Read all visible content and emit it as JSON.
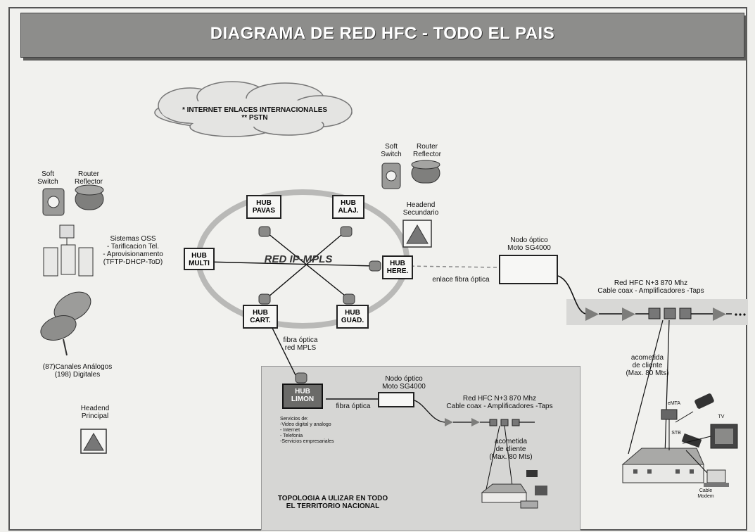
{
  "title": "DIAGRAMA DE RED HFC - TODO EL PAIS",
  "cloud": {
    "line1": "* INTERNET ENLACES INTERNACIONALES",
    "line2": "** PSTN"
  },
  "core": {
    "label": "RED IP-MPLS"
  },
  "hubs": {
    "pavas": [
      "HUB",
      "PAVAS"
    ],
    "alaj": [
      "HUB",
      "ALAJ."
    ],
    "multi": [
      "HUB",
      "MULTI"
    ],
    "here": [
      "HUB",
      "HERE."
    ],
    "cart": [
      "HUB",
      "CART."
    ],
    "guad": [
      "HUB",
      "GUAD."
    ],
    "limon": [
      "HUB",
      "LIMON"
    ]
  },
  "left": {
    "soft_switch": [
      "Soft",
      "Switch"
    ],
    "router_reflector": [
      "Router",
      "Reflector"
    ],
    "oss": [
      "Sistemas OSS",
      "- Tarificacion Tel.",
      "- Aprovisionamento",
      "(TFTP-DHCP-ToD)"
    ],
    "channels": [
      "(87)Canales Análogos",
      "(198) Digitales"
    ],
    "headend_principal": [
      "Headend",
      "Principal"
    ]
  },
  "top": {
    "soft_switch": [
      "Soft",
      "Switch"
    ],
    "router_reflector": [
      "Router",
      "Reflector"
    ],
    "headend_secundario": [
      "Headend",
      "Secundario"
    ]
  },
  "main_node": {
    "label": [
      "Nodo óptico",
      "Moto SG4000"
    ],
    "link": "enlace fibra óptica",
    "hfc": [
      "Red HFC N+3 870 Mhz",
      "Cable coax - Amplificadores -Taps"
    ],
    "drop": [
      "acometida",
      "de cliente",
      "(Max. 80 Mts)"
    ]
  },
  "limon": {
    "mpls_link": [
      "fibra óptica",
      "red MPLS"
    ],
    "node": [
      "Nodo óptico",
      "Moto SG4000"
    ],
    "fiber": "fibra óptica",
    "hfc": [
      "Red HFC N+3 870 Mhz",
      "Cable coax - Amplificadores -Taps"
    ],
    "services": [
      "Servicios de:",
      "-Video digital y analogo",
      "- Internet",
      "- Telefonia",
      "-Servicios empresariales"
    ],
    "drop": [
      "acometida",
      "de cliente",
      "(Max. 80 Mts)"
    ],
    "topology": [
      "TOPOLOGIA A ULIZAR EN TODO",
      "EL TERRITORIO NACIONAL"
    ]
  },
  "premises": {
    "emta": "eMTA",
    "stb": "STB",
    "tv": "TV",
    "cable_modem": [
      "Cable",
      "Modem"
    ]
  }
}
